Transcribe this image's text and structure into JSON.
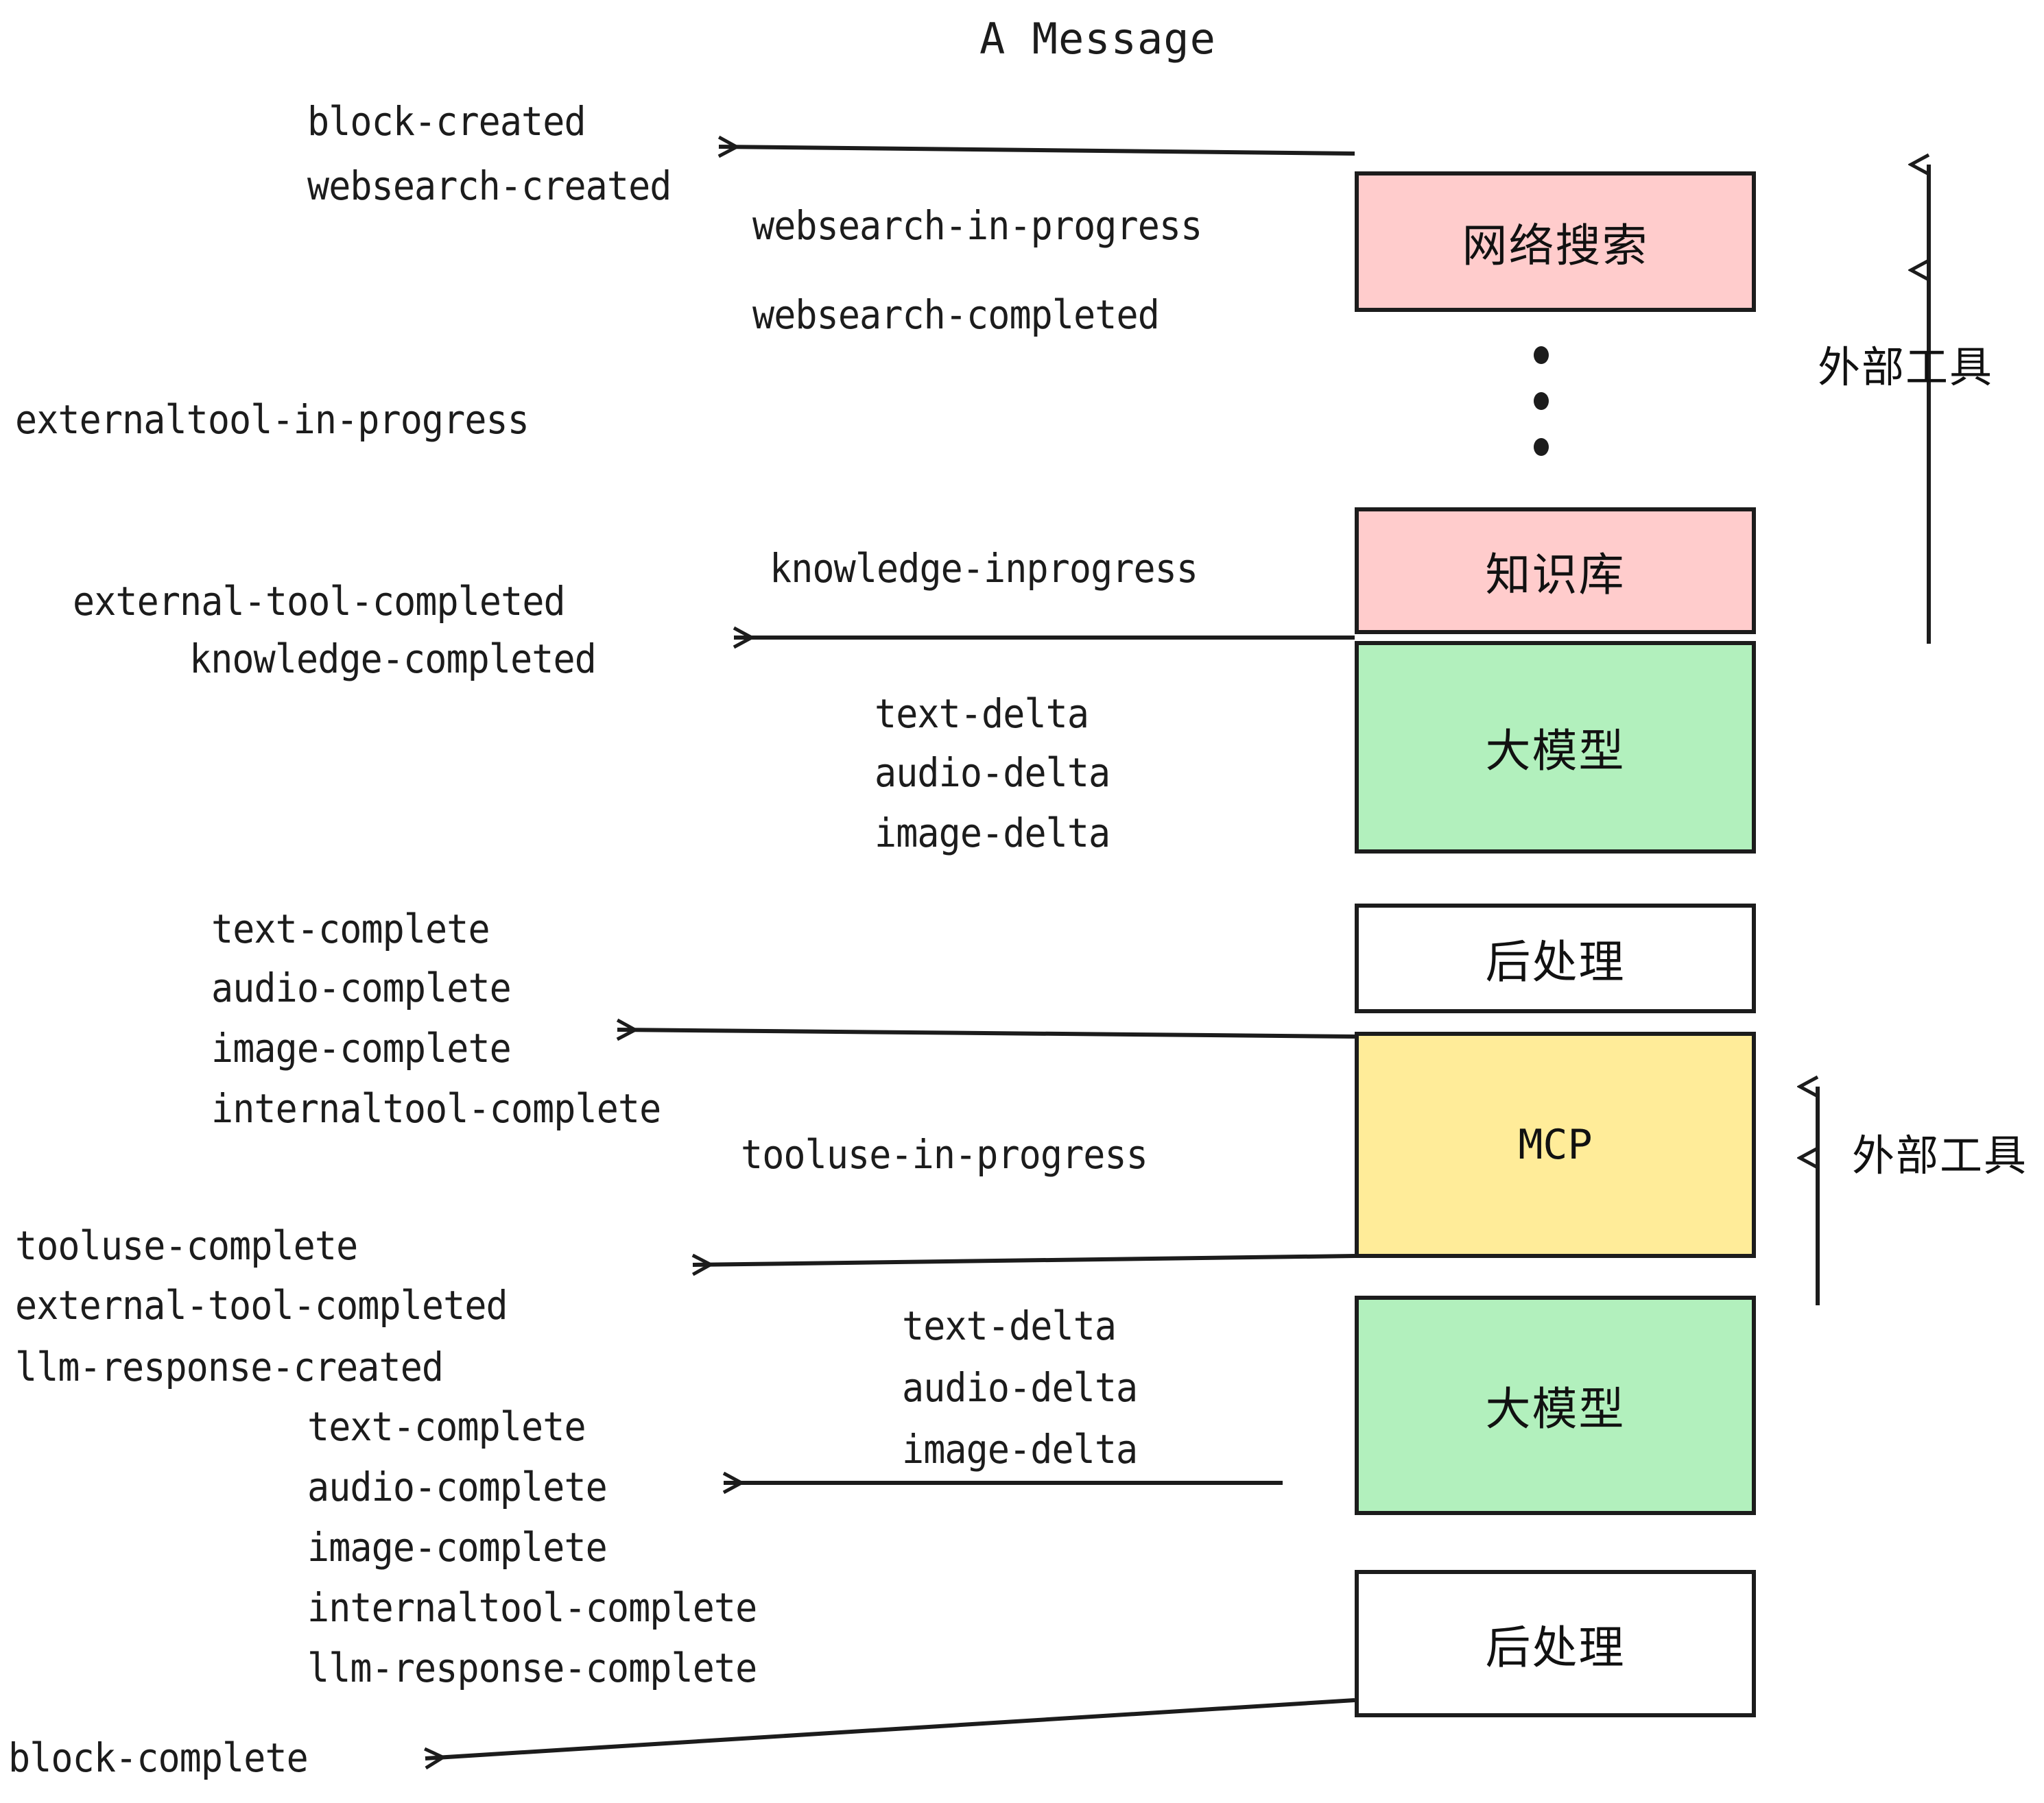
{
  "title": "A Message",
  "colors": {
    "pink": "#ffcccc",
    "green": "#b2f0bd",
    "yellow": "#ffec99",
    "white": "#ffffff",
    "stroke": "#1c1c1c"
  },
  "boxes": [
    {
      "id": "websearch",
      "label": "网络搜索",
      "fill": "#ffcccc"
    },
    {
      "id": "knowledge",
      "label": "知识库",
      "fill": "#ffcccc"
    },
    {
      "id": "llm-1",
      "label": "大模型",
      "fill": "#b2f0bd"
    },
    {
      "id": "postprocess-1",
      "label": "后处理",
      "fill": "#ffffff"
    },
    {
      "id": "mcp",
      "label": "MCP",
      "fill": "#ffec99"
    },
    {
      "id": "llm-2",
      "label": "大模型",
      "fill": "#b2f0bd"
    },
    {
      "id": "postprocess-2",
      "label": "后处理",
      "fill": "#ffffff"
    }
  ],
  "bracket_labels": [
    {
      "id": "external-tools-top",
      "text": "外部工具"
    },
    {
      "id": "external-tools-bottom",
      "text": "外部工具"
    }
  ],
  "events": [
    {
      "id": "block-created",
      "text": "block-created"
    },
    {
      "id": "websearch-created",
      "text": "websearch-created"
    },
    {
      "id": "websearch-in-progress",
      "text": "websearch-in-progress"
    },
    {
      "id": "websearch-completed",
      "text": "websearch-completed"
    },
    {
      "id": "externaltool-in-progress",
      "text": "externaltool-in-progress"
    },
    {
      "id": "knowledge-inprogress",
      "text": "knowledge-inprogress"
    },
    {
      "id": "external-tool-completed-1",
      "text": "external-tool-completed"
    },
    {
      "id": "knowledge-completed",
      "text": "knowledge-completed"
    },
    {
      "id": "text-delta-1",
      "text": "text-delta"
    },
    {
      "id": "audio-delta-1",
      "text": "audio-delta"
    },
    {
      "id": "image-delta-1",
      "text": "image-delta"
    },
    {
      "id": "text-complete-1",
      "text": "text-complete"
    },
    {
      "id": "audio-complete-1",
      "text": "audio-complete"
    },
    {
      "id": "image-complete-1",
      "text": "image-complete"
    },
    {
      "id": "internaltool-complete-1",
      "text": "internaltool-complete"
    },
    {
      "id": "tooluse-in-progress",
      "text": "tooluse-in-progress"
    },
    {
      "id": "tooluse-complete",
      "text": "tooluse-complete"
    },
    {
      "id": "external-tool-completed-2",
      "text": "external-tool-completed"
    },
    {
      "id": "llm-response-created",
      "text": "llm-response-created"
    },
    {
      "id": "text-delta-2",
      "text": "text-delta"
    },
    {
      "id": "audio-delta-2",
      "text": "audio-delta"
    },
    {
      "id": "image-delta-2",
      "text": "image-delta"
    },
    {
      "id": "text-complete-2",
      "text": "text-complete"
    },
    {
      "id": "audio-complete-2",
      "text": "audio-complete"
    },
    {
      "id": "image-complete-2",
      "text": "image-complete"
    },
    {
      "id": "internaltool-complete-2",
      "text": "internaltool-complete"
    },
    {
      "id": "llm-response-complete",
      "text": "llm-response-complete"
    },
    {
      "id": "block-complete",
      "text": "block-complete"
    }
  ]
}
